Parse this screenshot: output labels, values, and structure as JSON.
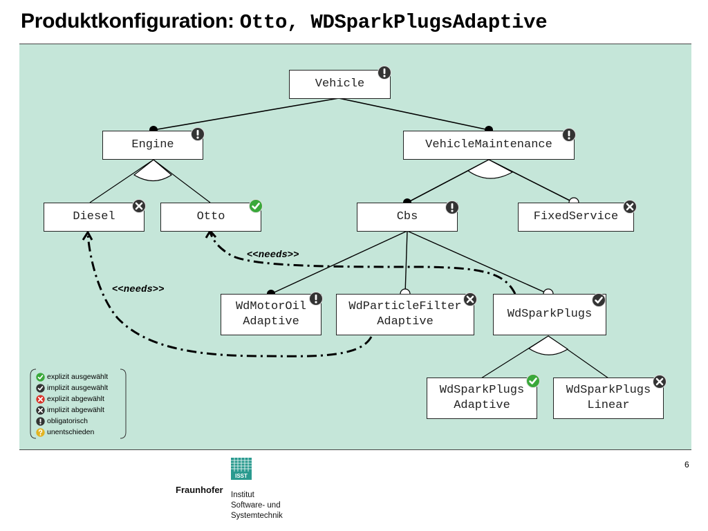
{
  "slide": {
    "title_main": "Produktkonfiguration:",
    "title_code": "Otto, WDSparkPlugsAdaptive",
    "page_number": "6"
  },
  "features": {
    "vehicle": "Vehicle",
    "engine": "Engine",
    "vehicle_maintenance": "VehicleMaintenance",
    "diesel": "Diesel",
    "otto": "Otto",
    "cbs": "Cbs",
    "fixed_service": "FixedService",
    "wd_motor_oil_1": "WdMotorOil",
    "wd_motor_oil_2": "Adaptive",
    "wd_particle_filter_1": "WdParticleFilter",
    "wd_particle_filter_2": "Adaptive",
    "wd_spark_plugs": "WdSparkPlugs",
    "wd_spark_plugs_adaptive_1": "WdSparkPlugs",
    "wd_spark_plugs_adaptive_2": "Adaptive",
    "wd_spark_plugs_linear_1": "WdSparkPlugs",
    "wd_spark_plugs_linear_2": "Linear"
  },
  "constraints": {
    "needs_1": "<<needs>>",
    "needs_2": "<<needs>>"
  },
  "legend": {
    "explicit_selected": "explizit ausgewählt",
    "implicit_selected": "implizit ausgewählt",
    "explicit_deselected": "explizit abgewählt",
    "implicit_deselected": "implizit abgewählt",
    "mandatory": "obligatorisch",
    "undecided": "unentschieden"
  },
  "footer": {
    "org": "Fraunhofer",
    "institute_line1": "Institut",
    "institute_line2": "Software- und",
    "institute_line3": "Systemtechnik",
    "logo_text": "ISST"
  },
  "colors": {
    "panel_bg": "#c5e6d9",
    "explicit_selected": "#3aa83a",
    "implicit_selected": "#333333",
    "explicit_deselected": "#d9352b",
    "implicit_deselected": "#333333",
    "mandatory": "#333333",
    "undecided": "#e2b321",
    "logo": "#2a9a8f"
  }
}
